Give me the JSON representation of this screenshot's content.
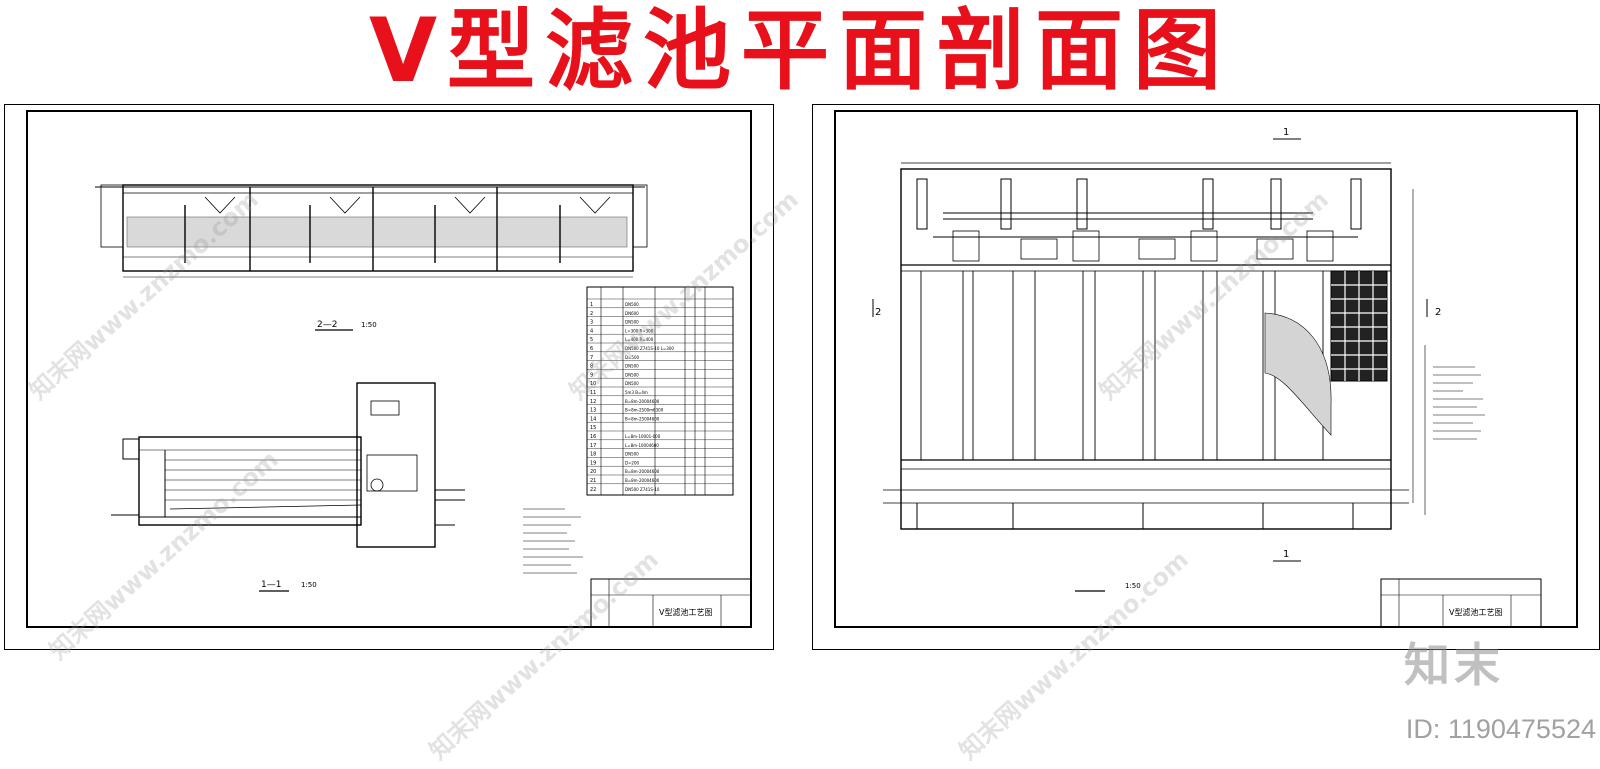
{
  "title": "V型滤池平面剖面图",
  "left_sheet": {
    "section_2_2_label": "2—2",
    "section_2_2_scale": "1:50",
    "section_1_1_label": "1—1",
    "section_1_1_scale": "1:50",
    "title_block_name": "V型滤池工艺图",
    "table_numbers": [
      "1",
      "2",
      "3",
      "4",
      "5",
      "6",
      "7",
      "8",
      "9",
      "10",
      "11",
      "12",
      "13",
      "14",
      "15",
      "16",
      "17",
      "18",
      "19",
      "20",
      "21",
      "22"
    ],
    "table_partial_text": [
      "DN500",
      "DN600",
      "DN500",
      "L=300 R=300",
      "L=400 R=400",
      "DN500 Z741S-10 L=300",
      "D=500",
      "DN500",
      "DN500",
      "DN500",
      "5m3 B=4m",
      "B=8m-20004600",
      "B=8m-2500m6300",
      "B=8m-25004600",
      "",
      "L=8m-10001-000",
      "L=8m-10004600",
      "DN500",
      "D=200",
      "B=8m-20004600",
      "B=8m-20004600",
      "DN500 Z741S-10"
    ]
  },
  "right_sheet": {
    "section_mark_1_top": "1",
    "section_mark_1_bottom": "1",
    "section_mark_2_left": "2",
    "section_mark_2_right": "2",
    "plan_scale": "1:50",
    "title_block_name": "V型滤池工艺图"
  },
  "watermark_text": "知末网www.znzmo.com",
  "brand_logo": "知末",
  "image_id": "ID: 1190475524"
}
